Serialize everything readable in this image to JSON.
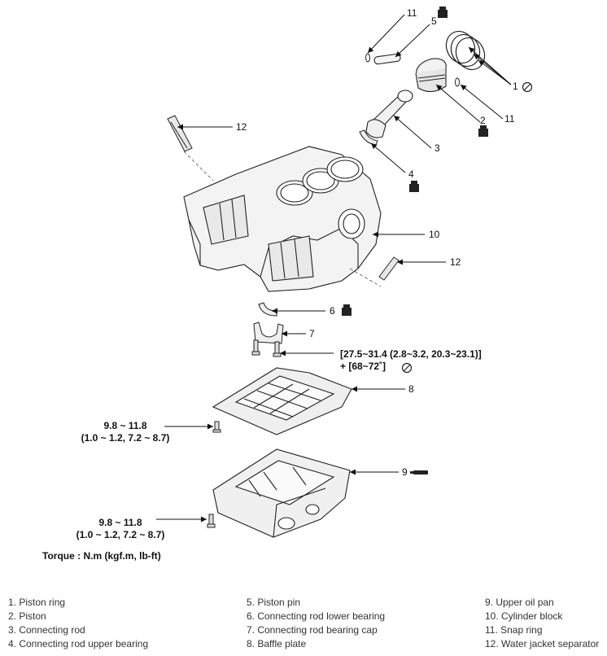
{
  "callouts": [
    "11",
    "5",
    "1",
    "2",
    "11",
    "12",
    "3",
    "4",
    "10",
    "12",
    "6",
    "7",
    "8",
    "9"
  ],
  "torque": {
    "conrod_line1": "[27.5~31.4 (2.8~3.2, 20.3~23.1)]",
    "conrod_line2": "+ [68~72˚]",
    "baffle_line1": "9.8 ~ 11.8",
    "baffle_line2": "(1.0 ~ 1.2, 7.2 ~ 8.7)",
    "oilpan_line1": "9.8 ~ 11.8",
    "oilpan_line2": "(1.0 ~ 1.2, 7.2 ~ 8.7)",
    "unit_note": "Torque : N.m (kgf.m, lb-ft)"
  },
  "legend": [
    [
      "1. Piston ring",
      "2. Piston",
      "3. Connecting rod",
      "4. Connecting rod upper bearing"
    ],
    [
      "5. Piston pin",
      "6. Connecting rod lower bearing",
      "7. Connecting rod bearing cap",
      "8. Baffle plate"
    ],
    [
      "9. Upper oil pan",
      "10. Cylinder block",
      "11. Snap ring",
      "12. Water jacket separator"
    ]
  ],
  "symbol_icons": [
    "oil-can-icon",
    "no-reuse-icon",
    "sealant-tube-icon"
  ]
}
